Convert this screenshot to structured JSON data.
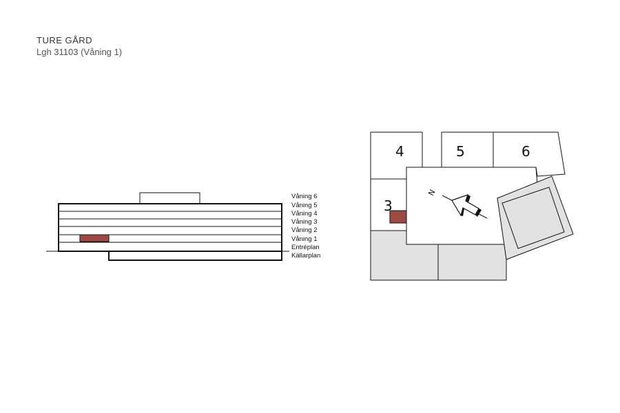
{
  "header": {
    "title": "TURE GÅRD",
    "subtitle": "Lgh 31103  (Våning 1)"
  },
  "section": {
    "floors": [
      "Våning 6",
      "Våning 5",
      "Våning 4",
      "Våning 3",
      "Våning 2",
      "Våning 1",
      "Entréplan",
      "Källarplan"
    ],
    "highlighted_floor": "Våning 1"
  },
  "site_plan": {
    "blocks": [
      "4",
      "5",
      "6",
      "3"
    ],
    "compass_label": "N"
  },
  "colors": {
    "highlight": "#9e4a42",
    "shaded_area": "#e2e2e2",
    "line": "#111111"
  }
}
